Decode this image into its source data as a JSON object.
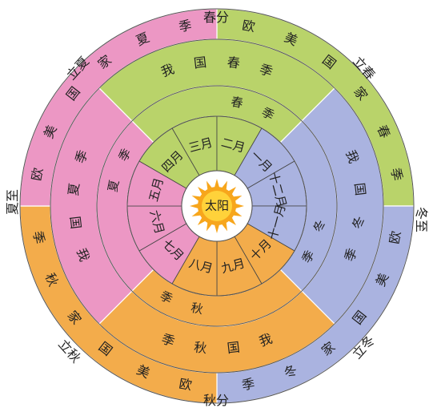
{
  "terms": {
    "chunfen": "春分",
    "lichun": "立春",
    "dongzhi": "冬至",
    "lidong": "立冬",
    "qiufen": "秋分",
    "liqiu": "立秋",
    "xiazhi": "夏至",
    "lixia": "立夏"
  },
  "rings": {
    "western": [
      "欧美国家春季",
      "欧美国家冬季",
      "欧美国家秋季",
      "欧美国家夏季"
    ],
    "chinese": [
      "我国春季",
      "我国冬季",
      "我国秋季",
      "我国夏季"
    ],
    "months_chinese": [
      "春季",
      "冬季",
      "秋季",
      "夏季"
    ]
  },
  "months": [
    "三月",
    "二月",
    "一月",
    "十二月",
    "十一月",
    "十月",
    "九月",
    "八月",
    "七月",
    "六月",
    "五月",
    "四月"
  ],
  "month_season_marks": {
    "chunji": "春季",
    "dongji": "冬季",
    "qiuji": "秋季",
    "xiaji": "夏季"
  },
  "center": {
    "sun_label": "太阳"
  },
  "colors": {
    "spring": "#b9d36a",
    "winter": "#aab3e0",
    "autumn": "#f3ac4b",
    "summer": "#ec97c4",
    "sun": "#f7a61c",
    "sun_core": "#ffd23a"
  }
}
